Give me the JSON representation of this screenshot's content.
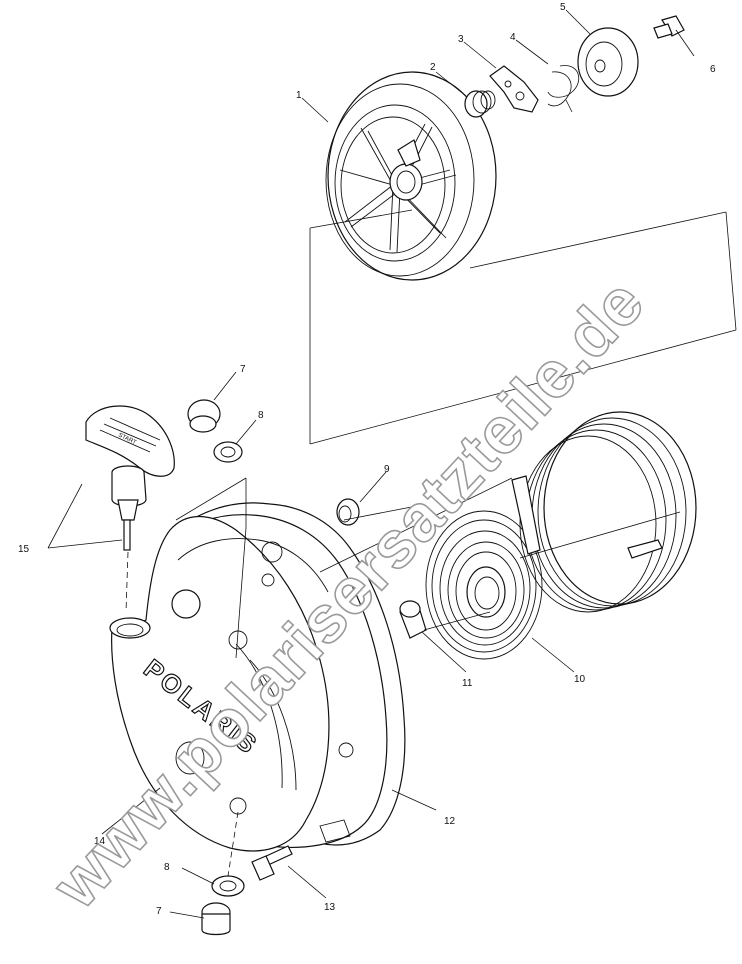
{
  "callouts": [
    {
      "id": "1",
      "text": "1"
    },
    {
      "id": "2",
      "text": "2"
    },
    {
      "id": "3",
      "text": "3"
    },
    {
      "id": "4",
      "text": "4"
    },
    {
      "id": "5",
      "text": "5"
    },
    {
      "id": "6",
      "text": "6"
    },
    {
      "id": "7a",
      "text": "7"
    },
    {
      "id": "8a",
      "text": "8"
    },
    {
      "id": "9",
      "text": "9"
    },
    {
      "id": "10",
      "text": "10"
    },
    {
      "id": "11",
      "text": "11"
    },
    {
      "id": "12",
      "text": "12"
    },
    {
      "id": "13",
      "text": "13"
    },
    {
      "id": "14",
      "text": "14"
    },
    {
      "id": "15",
      "text": "15"
    },
    {
      "id": "8b",
      "text": "8"
    },
    {
      "id": "7b",
      "text": "7"
    }
  ],
  "housing_logo": "POLARIS",
  "handle_text": "START",
  "watermark": "www.polarisersatzteile.de"
}
